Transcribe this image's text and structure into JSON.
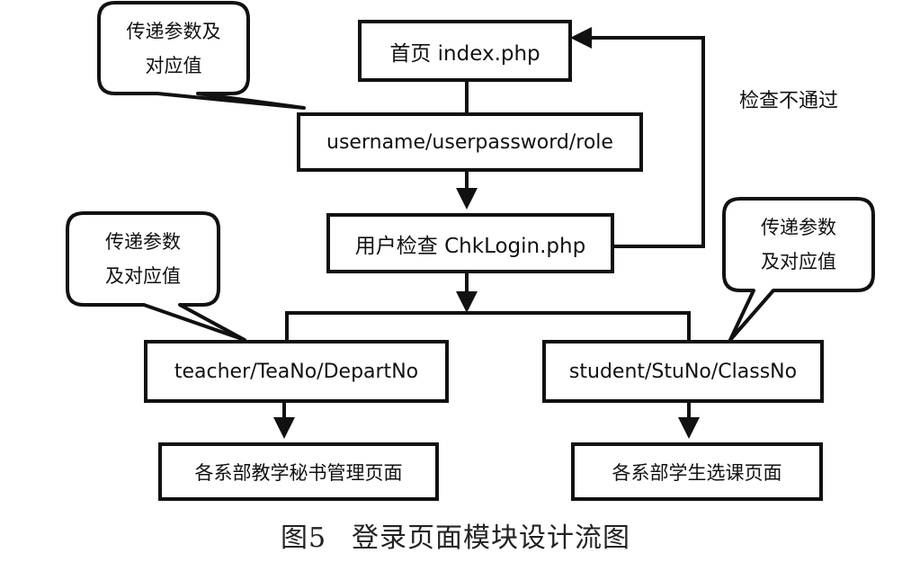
{
  "nodes": {
    "index": "首页 index.php",
    "login_params": "username/userpassword/role",
    "chk_login": "用户检查 ChkLogin.php",
    "teacher_params": "teacher/TeaNo/DepartNo",
    "student_params": "student/StuNo/ClassNo",
    "teacher_page": "各系部教学秘书管理页面",
    "student_page": "各系部学生选课页面"
  },
  "callouts": {
    "top_left": [
      "传递参数及",
      "对应值"
    ],
    "mid_left": [
      "传递参数",
      "及对应值"
    ],
    "right": [
      "传递参数",
      "及对应值"
    ]
  },
  "edge_labels": {
    "fail": "检查不通过"
  },
  "caption": {
    "number": "图5",
    "title": "登录页面模块设计流图"
  }
}
